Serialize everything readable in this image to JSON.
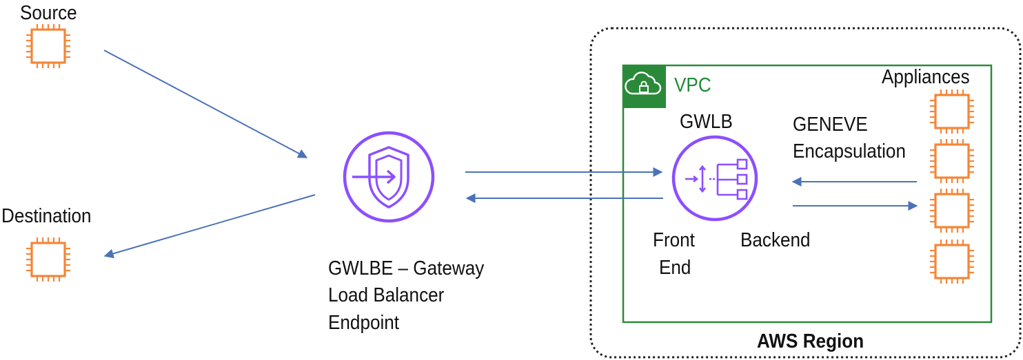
{
  "labels": {
    "source": "Source",
    "destination": "Destination",
    "gwlbe_line1": "GWLBE – Gateway",
    "gwlbe_line2": "Load Balancer",
    "gwlbe_line3": "Endpoint",
    "vpc": "VPC",
    "gwlb": "GWLB",
    "geneve_line1": "GENEVE",
    "geneve_line2": "Encapsulation",
    "appliances": "Appliances",
    "front_line1": "Front",
    "front_line2": "End",
    "backend": "Backend",
    "region": "AWS Region"
  },
  "colors": {
    "instance": "#f58536",
    "service": "#8c4fff",
    "arrow": "#4a72b8",
    "vpc": "#2a8a3a",
    "text": "#111111"
  },
  "icons": {
    "instance": "ec2-instance-icon",
    "gwlbe": "gateway-load-balancer-endpoint-icon",
    "gwlb": "gateway-load-balancer-icon",
    "vpc": "vpc-cloud-lock-icon"
  }
}
